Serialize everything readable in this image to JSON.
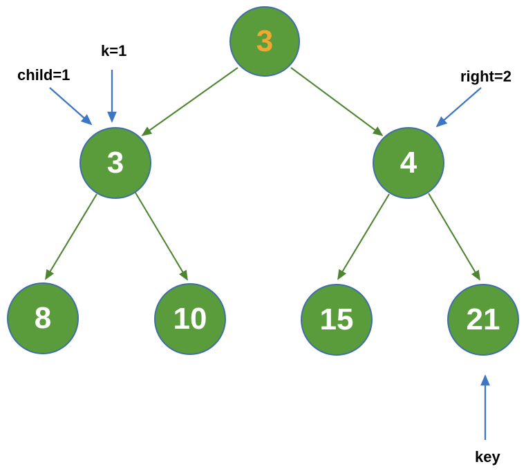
{
  "diagram": {
    "type": "binary-tree",
    "nodes": [
      {
        "id": "root",
        "value": "3",
        "emphasis": "gold-text"
      },
      {
        "id": "left-child",
        "value": "3",
        "emphasis": "none"
      },
      {
        "id": "right-child",
        "value": "4",
        "emphasis": "none"
      },
      {
        "id": "leaf-8",
        "value": "8",
        "emphasis": "none"
      },
      {
        "id": "leaf-10",
        "value": "10",
        "emphasis": "none"
      },
      {
        "id": "leaf-15",
        "value": "15",
        "emphasis": "none"
      },
      {
        "id": "leaf-21",
        "value": "21",
        "emphasis": "none"
      }
    ],
    "edges": [
      {
        "from": "root",
        "to": "left-child"
      },
      {
        "from": "root",
        "to": "right-child"
      },
      {
        "from": "left-child",
        "to": "leaf-8"
      },
      {
        "from": "left-child",
        "to": "leaf-10"
      },
      {
        "from": "right-child",
        "to": "leaf-15"
      },
      {
        "from": "right-child",
        "to": "leaf-21"
      }
    ],
    "annotations": [
      {
        "label": "child=1",
        "target": "left-child"
      },
      {
        "label": "k=1",
        "target": "left-child"
      },
      {
        "label": "right=2",
        "target": "right-child"
      },
      {
        "label": "key",
        "target": "leaf-21"
      }
    ]
  },
  "colors": {
    "node_fill": "#5a9c3c",
    "node_border": "#3f6fa6",
    "node_text": "#ffffff",
    "root_text": "#f0a832",
    "tree_arrow": "#4e8530",
    "annotation_arrow": "#3d76c4",
    "annotation_text": "#000000",
    "background": "#ffffff"
  }
}
